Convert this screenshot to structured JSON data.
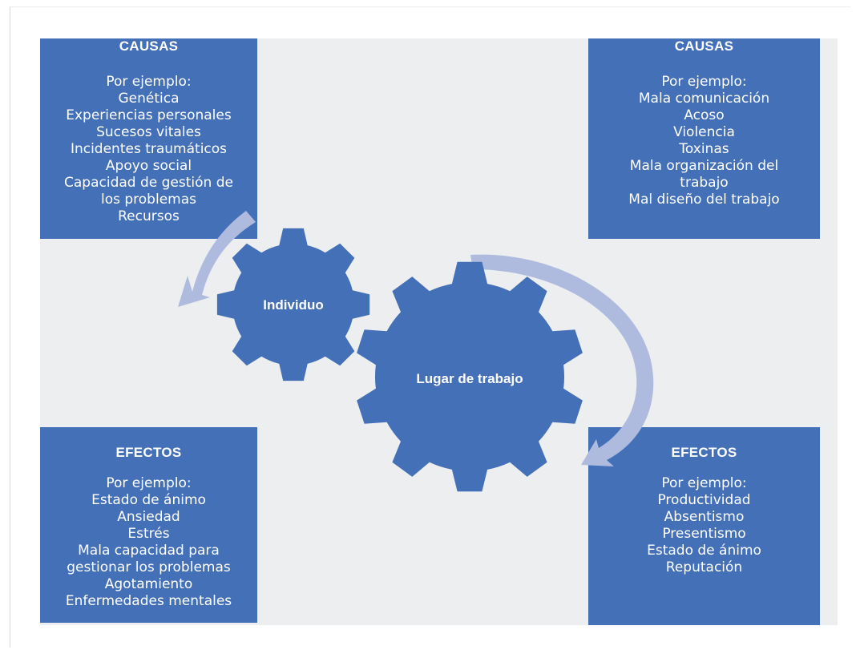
{
  "causes_individual": {
    "title": "CAUSAS",
    "subtitle": "Por ejemplo:",
    "items": [
      "Genética",
      "Experiencias personales",
      "Sucesos vitales",
      "Incidentes traumáticos",
      "Apoyo social",
      "Capacidad de gestión de",
      "los problemas",
      "Recursos"
    ]
  },
  "causes_workplace": {
    "title": "CAUSAS",
    "subtitle": "Por ejemplo:",
    "items": [
      "Mala comunicación",
      "Acoso",
      "Violencia",
      "Toxinas",
      "Mala organización del",
      "trabajo",
      "Mal diseño del trabajo"
    ]
  },
  "effects_individual": {
    "title": "EFECTOS",
    "subtitle": "Por ejemplo:",
    "items": [
      "Estado de ánimo",
      "Ansiedad",
      "Estrés",
      "Mala capacidad para",
      "gestionar los problemas",
      "Agotamiento",
      "Enfermedades mentales"
    ]
  },
  "effects_workplace": {
    "title": "EFECTOS",
    "subtitle": "Por ejemplo:",
    "items": [
      "Productividad",
      "Absentismo",
      "Presentismo",
      "Estado de ánimo",
      "Reputación"
    ]
  },
  "gears": {
    "small_label": "Individuo",
    "large_label": "Lugar de trabajo"
  },
  "colors": {
    "box_fill": "#4470b8",
    "gear_fill": "#4470b8",
    "arrow_fill": "#aebbde",
    "panel_bg": "#eceef0"
  }
}
